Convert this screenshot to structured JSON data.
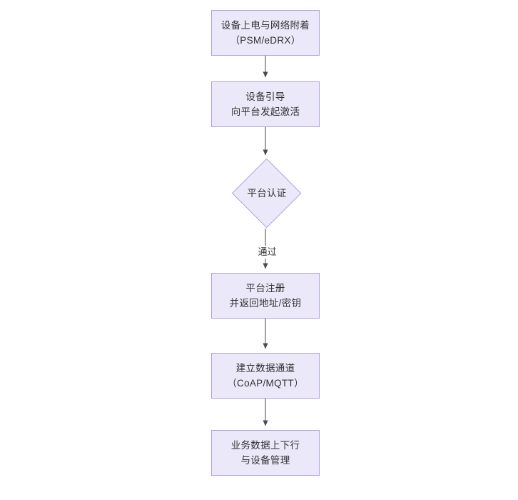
{
  "diagram": {
    "type": "flowchart",
    "orientation": "top-to-bottom",
    "theme": {
      "node_fill": "#ebe8f9",
      "node_border": "#b3a0dc",
      "text_color": "#333333",
      "connector_color": "#555555",
      "background": "#ffffff"
    },
    "nodes": [
      {
        "id": "n1",
        "shape": "rectangle",
        "line1": "设备上电与网络附着",
        "line2": "（PSM/eDRX）"
      },
      {
        "id": "n2",
        "shape": "rectangle",
        "line1": "设备引导",
        "line2": "向平台发起激活"
      },
      {
        "id": "n3",
        "shape": "diamond",
        "line1": "平台认证",
        "line2": ""
      },
      {
        "id": "n4",
        "shape": "rectangle",
        "line1": "平台注册",
        "line2": "并返回地址/密钥"
      },
      {
        "id": "n5",
        "shape": "rectangle",
        "line1": "建立数据通道",
        "line2": "（CoAP/MQTT）"
      },
      {
        "id": "n6",
        "shape": "rectangle",
        "line1": "业务数据上下行",
        "line2": "与设备管理"
      }
    ],
    "edges": [
      {
        "from": "n1",
        "to": "n2",
        "label": ""
      },
      {
        "from": "n2",
        "to": "n3",
        "label": ""
      },
      {
        "from": "n3",
        "to": "n4",
        "label": "通过"
      },
      {
        "from": "n4",
        "to": "n5",
        "label": ""
      },
      {
        "from": "n5",
        "to": "n6",
        "label": ""
      }
    ]
  }
}
